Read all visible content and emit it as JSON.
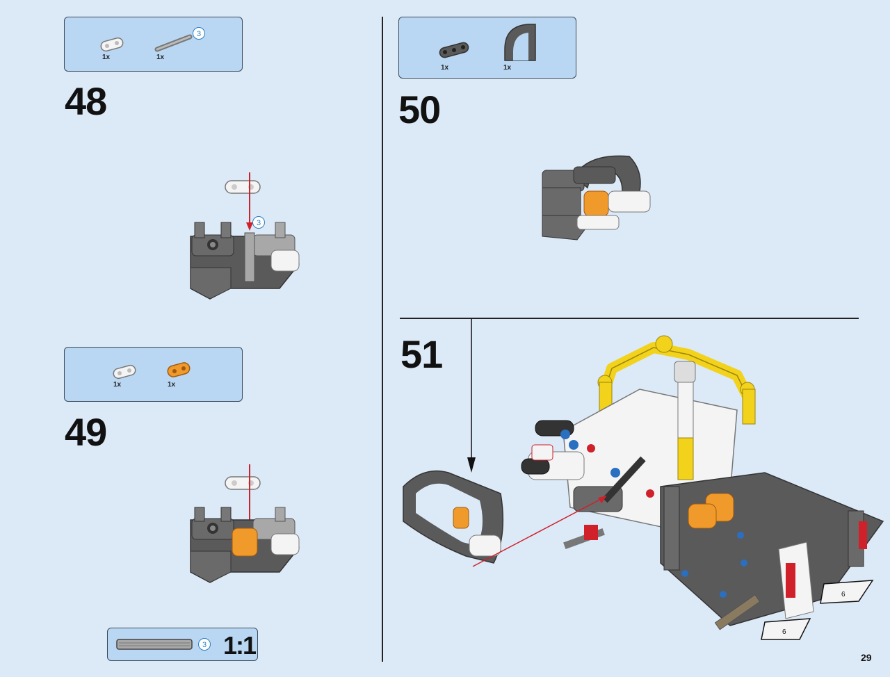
{
  "steps": [
    {
      "number": "48",
      "parts": [
        {
          "qty": "1x"
        },
        {
          "qty": "1x",
          "badge": "3"
        }
      ],
      "callout_badge": "3"
    },
    {
      "number": "49",
      "parts": [
        {
          "qty": "1x"
        },
        {
          "qty": "1x"
        }
      ]
    },
    {
      "number": "50",
      "parts": [
        {
          "qty": "1x"
        },
        {
          "qty": "1x"
        }
      ]
    },
    {
      "number": "51"
    }
  ],
  "scale": {
    "badge": "3",
    "ratio": "1:1"
  },
  "page_number": "29",
  "colors": {
    "background": "#dce9f7",
    "parts_box": "#b9d7f2",
    "dark_grey": "#5a5a5a",
    "light_grey": "#a8a8a8",
    "orange": "#f09a2b",
    "yellow": "#f2d21a",
    "red_arrow": "#d0202a",
    "blue": "#2a6fc0"
  }
}
